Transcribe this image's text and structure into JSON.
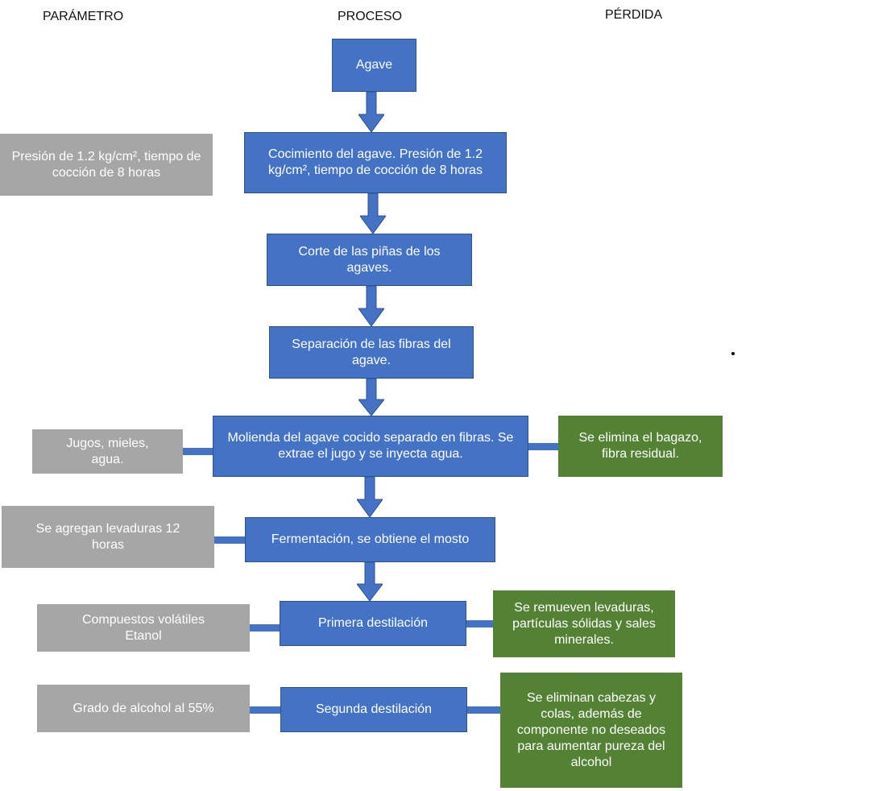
{
  "headers": {
    "parametro": "PARÁMETRO",
    "proceso": "PROCESO",
    "perdida": "PÉRDIDA"
  },
  "process": [
    "Agave",
    "Cocimiento del agave. Presión de 1.2 kg/cm², tiempo de cocción de 8 horas",
    "Corte de las piñas de los agaves.",
    "Separación de las fibras del agave.",
    "Molienda del agave cocido separado en fibras. Se extrae el jugo y se inyecta agua.",
    "Fermentación, se obtiene el mosto",
    "Primera destilación",
    "Segunda destilación"
  ],
  "parameters": {
    "cocimiento": "Presión de 1.2 kg/cm², tiempo de cocción de 8 horas",
    "molienda": "Jugos, mieles, agua.",
    "fermentacion": "Se agregan levaduras 12 horas",
    "primera_destilacion": "Compuestos volátiles Etanol",
    "segunda_destilacion": "Grado de alcohol al 55%"
  },
  "losses": {
    "molienda": "Se elimina el bagazo, fibra residual.",
    "primera_destilacion": "Se remueven levaduras, partículas sólidas y sales minerales.",
    "segunda_destilacion": "Se eliminan cabezas y colas, además de componente no deseados para aumentar pureza del alcohol"
  },
  "colors": {
    "process_box": "#4472c4",
    "parameter_box": "#a6a6a6",
    "loss_box": "#548235"
  }
}
